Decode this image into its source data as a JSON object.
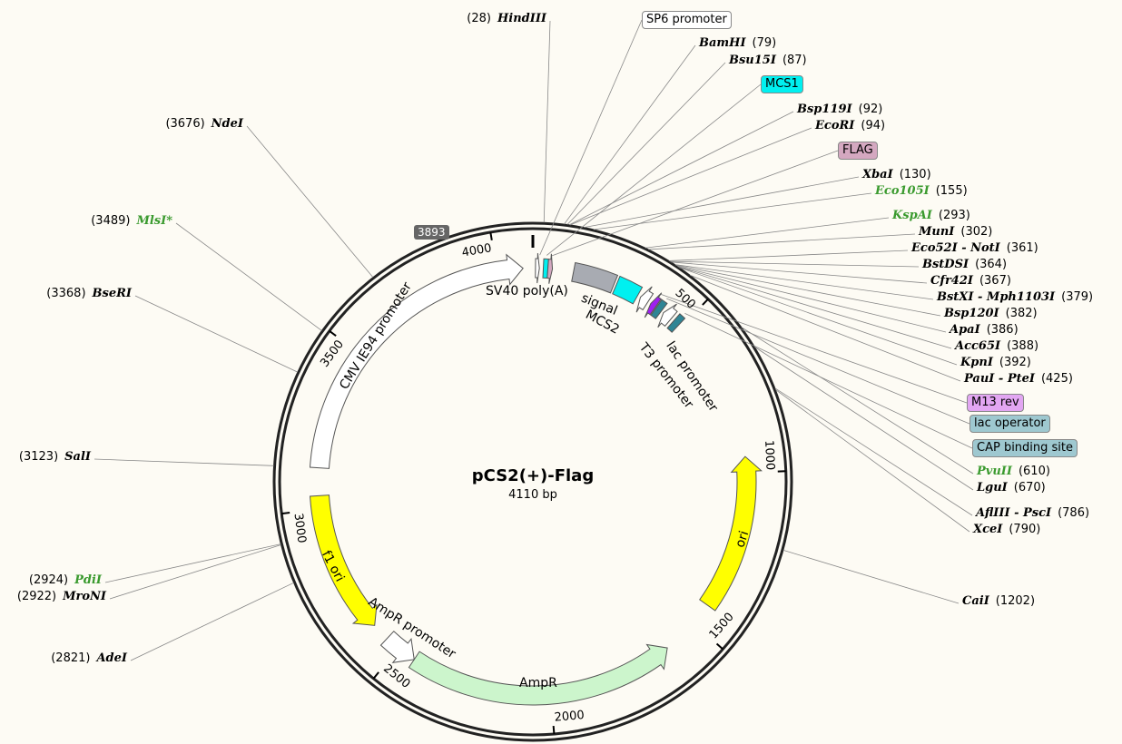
{
  "plasmid": {
    "name": "pCS2(+)-Flag",
    "length_label": "4110 bp",
    "length": 4110,
    "origin_marker": "3893"
  },
  "ticks": [
    "500",
    "1000",
    "1500",
    "2000",
    "2500",
    "3000",
    "3500",
    "4000"
  ],
  "features": [
    {
      "name": "CMV IE94 promoter",
      "start": 3125,
      "end": 4080,
      "dir": 1,
      "color": "#ffffff"
    },
    {
      "name": "SV40 poly(A) signal",
      "start": 8,
      "end": 20,
      "dir": 1,
      "color": "#ffffff"
    },
    {
      "name": "MCS1",
      "start": 32,
      "end": 46,
      "dir": 0,
      "color": "#00f0f0"
    },
    {
      "name": "FLAG",
      "start": 46,
      "end": 60,
      "dir": 1,
      "color": "#d4a8c0"
    },
    {
      "name": "signal",
      "start": 125,
      "end": 255,
      "dir": 0,
      "color": "#a8abb2"
    },
    {
      "name": "MCS2",
      "start": 262,
      "end": 335,
      "dir": 0,
      "color": "#00f0f0"
    },
    {
      "name": "T3 promoter",
      "start": 345,
      "end": 372,
      "dir": -1,
      "color": "#ffffff"
    },
    {
      "name": "M13 rev",
      "start": 382,
      "end": 400,
      "dir": -1,
      "color": "#a020f0"
    },
    {
      "name": "lac operator",
      "start": 403,
      "end": 422,
      "dir": 0,
      "color": "#2f8595"
    },
    {
      "name": "lac promoter",
      "start": 430,
      "end": 460,
      "dir": -1,
      "color": "#ffffff"
    },
    {
      "name": "CAP binding site",
      "start": 470,
      "end": 490,
      "dir": 0,
      "color": "#2f8595"
    },
    {
      "name": "ori",
      "start": 950,
      "end": 1430,
      "dir": -1,
      "color": "#ffff00"
    },
    {
      "name": "AmpR",
      "start": 1610,
      "end": 2440,
      "dir": -1,
      "color": "#ccf5cc"
    },
    {
      "name": "AmpR promoter",
      "start": 2440,
      "end": 2545,
      "dir": -1,
      "color": "#ffffff"
    },
    {
      "name": "f1 ori",
      "start": 2600,
      "end": 3040,
      "dir": -1,
      "color": "#ffff00"
    }
  ],
  "feature_labels": {
    "sv40": "SV40 poly(A)",
    "signal": "signal",
    "mcs2": "MCS2",
    "t3": "T3 promoter",
    "lac": "lac promoter",
    "cmv": "CMV IE94 promoter",
    "f1": "f1 ori",
    "ampr_prom": "AmpR promoter",
    "ampr": "AmpR",
    "ori": "ori"
  },
  "feature_boxes": [
    {
      "label": "SP6 promoter",
      "pos": 20,
      "color": "#ffffff"
    },
    {
      "label": "MCS1",
      "pos": 40,
      "color": "#00f0f0"
    },
    {
      "label": "FLAG",
      "pos": 55,
      "color": "#d4a8c0"
    },
    {
      "label": "M13 rev",
      "pos": 390,
      "color": "#e2a6f2"
    },
    {
      "label": "lac operator",
      "pos": 412,
      "color": "#9ec8d0"
    },
    {
      "label": "CAP binding site",
      "pos": 480,
      "color": "#9ec8d0"
    }
  ],
  "sites": [
    {
      "name": "HindIII",
      "pos": 28,
      "pos_label": "(28)",
      "green": false
    },
    {
      "name": "BamHI",
      "pos": 79,
      "pos_label": "(79)",
      "green": false
    },
    {
      "name": "Bsu15I",
      "pos": 87,
      "pos_label": "(87)",
      "green": false
    },
    {
      "name": "Bsp119I",
      "pos": 92,
      "pos_label": "(92)",
      "green": false
    },
    {
      "name": "EcoRI",
      "pos": 94,
      "pos_label": "(94)",
      "green": false
    },
    {
      "name": "XbaI",
      "pos": 130,
      "pos_label": "(130)",
      "green": false
    },
    {
      "name": "Eco105I",
      "pos": 155,
      "pos_label": "(155)",
      "green": true
    },
    {
      "name": "KspAI",
      "pos": 293,
      "pos_label": "(293)",
      "green": true
    },
    {
      "name": "MunI",
      "pos": 302,
      "pos_label": "(302)",
      "green": false
    },
    {
      "name": "Eco52I - NotI",
      "pos": 361,
      "pos_label": "(361)",
      "green": false
    },
    {
      "name": "BstDSI",
      "pos": 364,
      "pos_label": "(364)",
      "green": false
    },
    {
      "name": "Cfr42I",
      "pos": 367,
      "pos_label": "(367)",
      "green": false
    },
    {
      "name": "BstXI - Mph1103I",
      "pos": 379,
      "pos_label": "(379)",
      "green": false
    },
    {
      "name": "Bsp120I",
      "pos": 382,
      "pos_label": "(382)",
      "green": false
    },
    {
      "name": "ApaI",
      "pos": 386,
      "pos_label": "(386)",
      "green": false
    },
    {
      "name": "Acc65I",
      "pos": 388,
      "pos_label": "(388)",
      "green": false
    },
    {
      "name": "KpnI",
      "pos": 392,
      "pos_label": "(392)",
      "green": false
    },
    {
      "name": "PauI - PteI",
      "pos": 425,
      "pos_label": "(425)",
      "green": false
    },
    {
      "name": "PvuII",
      "pos": 610,
      "pos_label": "(610)",
      "green": true
    },
    {
      "name": "LguI",
      "pos": 670,
      "pos_label": "(670)",
      "green": false
    },
    {
      "name": "AflIII - PscI",
      "pos": 786,
      "pos_label": "(786)",
      "green": false
    },
    {
      "name": "XceI",
      "pos": 790,
      "pos_label": "(790)",
      "green": false
    },
    {
      "name": "CaiI",
      "pos": 1202,
      "pos_label": "(1202)",
      "green": false
    },
    {
      "name": "AdeI",
      "pos": 2821,
      "pos_label": "(2821)",
      "green": false
    },
    {
      "name": "MroNI",
      "pos": 2922,
      "pos_label": "(2922)",
      "green": false
    },
    {
      "name": "PdiI",
      "pos": 2924,
      "pos_label": "(2924)",
      "green": true
    },
    {
      "name": "SalI",
      "pos": 3123,
      "pos_label": "(3123)",
      "green": false
    },
    {
      "name": "BseRI",
      "pos": 3368,
      "pos_label": "(3368)",
      "green": false
    },
    {
      "name": "MlsI*",
      "pos": 3489,
      "pos_label": "(3489)",
      "green": true
    },
    {
      "name": "NdeI",
      "pos": 3676,
      "pos_label": "(3676)",
      "green": false
    }
  ]
}
